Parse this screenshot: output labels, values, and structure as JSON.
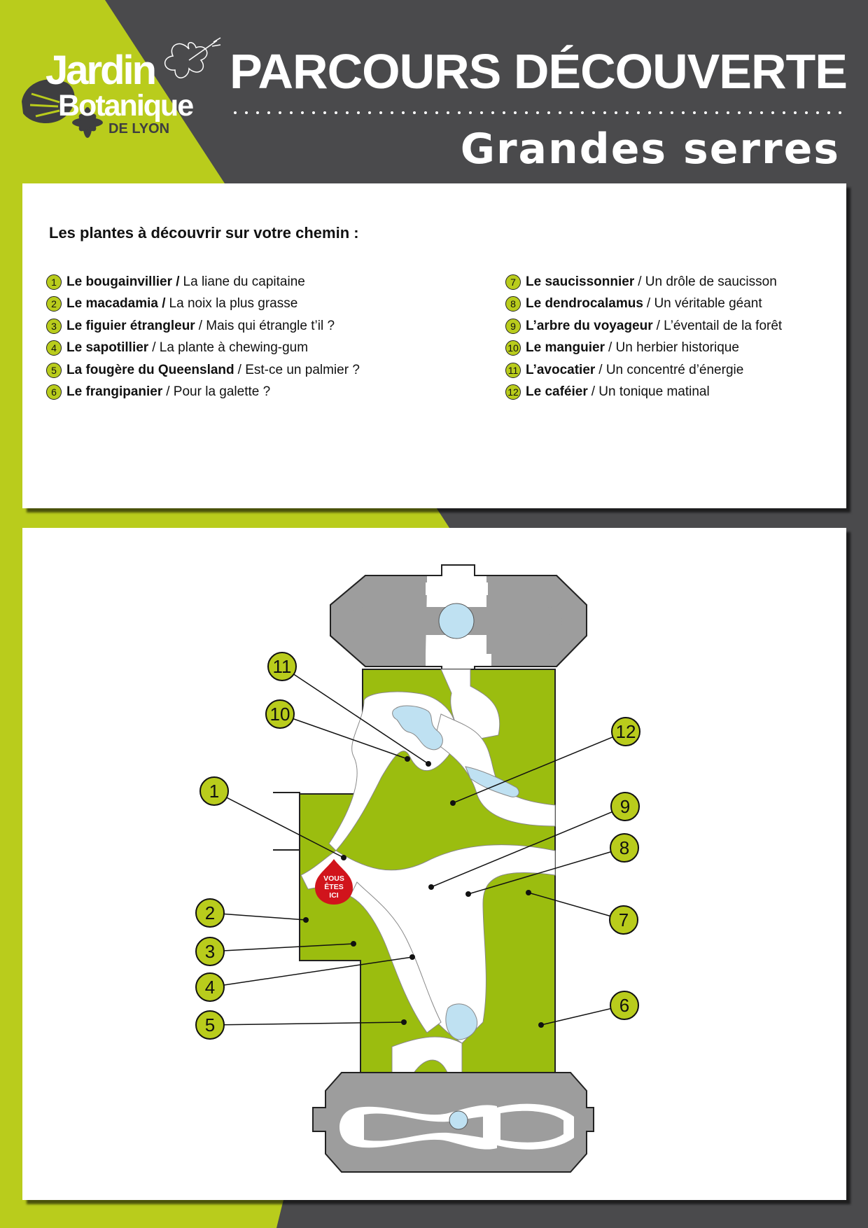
{
  "header": {
    "logo": {
      "line1": "Jardin",
      "line2": "Botanique",
      "line3": "DE LYON"
    },
    "title": "PARCOURS DÉCOUVERTE",
    "subtitle": "Grandes serres"
  },
  "colors": {
    "green": "#b9cc1c",
    "dark": "#4a4a4c",
    "plant_green": "#9bbd0f",
    "grey": "#9d9d9d",
    "water": "#bfe1f2",
    "marker_red": "#d1141c"
  },
  "list": {
    "heading": "Les plantes à découvrir sur votre chemin :",
    "left": [
      {
        "num": "1",
        "name": "Le bougainvillier /",
        "desc": "La liane du capitaine"
      },
      {
        "num": "2",
        "name": "Le macadamia /",
        "desc": "La noix la plus grasse"
      },
      {
        "num": "3",
        "name": "Le figuier étrangleur",
        "desc": "/ Mais qui étrangle t’il ?"
      },
      {
        "num": "4",
        "name": "Le sapotillier",
        "desc": "/ La plante à chewing-gum"
      },
      {
        "num": "5",
        "name": "La fougère du Queensland",
        "desc": "/ Est-ce un palmier ?"
      },
      {
        "num": "6",
        "name": "Le frangipanier",
        "desc": "/ Pour la galette ?"
      }
    ],
    "right": [
      {
        "num": "7",
        "name": "Le saucissonnier",
        "desc": "/ Un drôle de saucisson"
      },
      {
        "num": "8",
        "name": "Le dendrocalamus",
        "desc": "/ Un véritable géant"
      },
      {
        "num": "9",
        "name": "L’arbre du voyageur",
        "desc": "/ L’éventail de la forêt"
      },
      {
        "num": "10",
        "name": "Le manguier",
        "desc": "/ Un herbier historique"
      },
      {
        "num": "11",
        "name": "L’avocatier",
        "desc": "/ Un concentré d’énergie"
      },
      {
        "num": "12",
        "name": "Le caféier",
        "desc": "/ Un tonique matinal"
      }
    ]
  },
  "map": {
    "you_are_here": [
      "VOUS",
      "ÊTES",
      "ICI"
    ],
    "labels": [
      "1",
      "2",
      "3",
      "4",
      "5",
      "6",
      "7",
      "8",
      "9",
      "10",
      "11",
      "12"
    ]
  }
}
